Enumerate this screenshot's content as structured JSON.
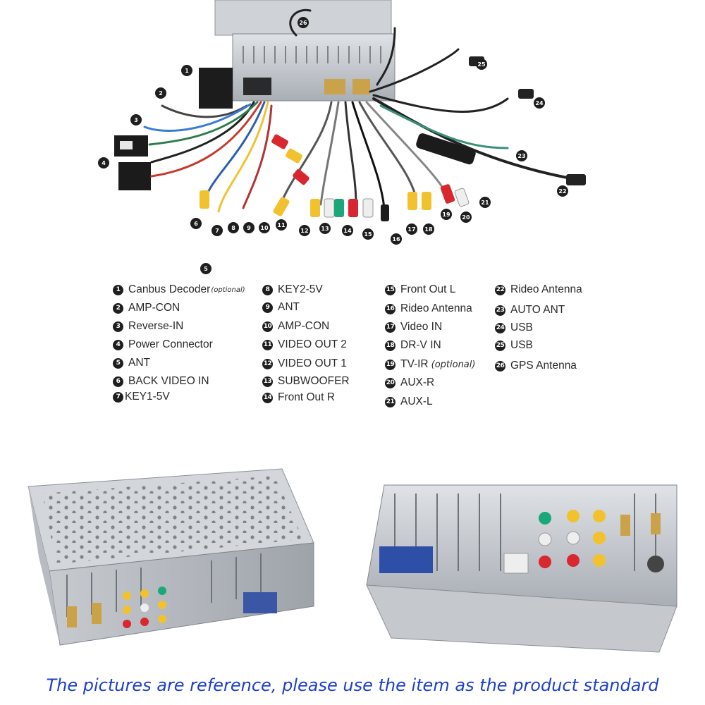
{
  "legend": {
    "col1": [
      {
        "num": "1",
        "label": "Canbus Decoder",
        "note": "(optional)"
      },
      {
        "num": "2",
        "label": "AMP-CON"
      },
      {
        "num": "3",
        "label": "Reverse-IN"
      },
      {
        "num": "4",
        "label": "Power Connector"
      },
      {
        "num": "5",
        "label": "ANT"
      },
      {
        "num": "6",
        "label": "BACK VIDEO IN"
      },
      {
        "num": "7",
        "label": "KEY1-5V"
      }
    ],
    "col2": [
      {
        "num": "8",
        "label": "KEY2-5V"
      },
      {
        "num": "9",
        "label": "ANT"
      },
      {
        "num": "10",
        "label": "AMP-CON"
      },
      {
        "num": "11",
        "label": "VIDEO OUT 2"
      },
      {
        "num": "12",
        "label": "VIDEO OUT 1"
      },
      {
        "num": "13",
        "label": "SUBWOOFER"
      },
      {
        "num": "14",
        "label": "Front Out R"
      }
    ],
    "col3": [
      {
        "num": "15",
        "label": "Front Out L"
      },
      {
        "num": "16",
        "label": "Rideo Antenna"
      },
      {
        "num": "17",
        "label": "Video IN"
      },
      {
        "num": "18",
        "label": "DR-V IN"
      },
      {
        "num": "19",
        "label": "TV-IR",
        "note": "(optional)"
      },
      {
        "num": "20",
        "label": "AUX-R"
      },
      {
        "num": "21",
        "label": "AUX-L"
      }
    ],
    "col4": [
      {
        "num": "22",
        "label": "Rideo Antenna"
      },
      {
        "num": "23",
        "label": "AUTO ANT"
      },
      {
        "num": "24",
        "label": "USB"
      },
      {
        "num": "25",
        "label": "USB"
      },
      {
        "num": "26",
        "label": "GPS Antenna"
      }
    ]
  },
  "callouts": [
    "1",
    "2",
    "3",
    "4",
    "5",
    "6",
    "7",
    "8",
    "9",
    "10",
    "11",
    "12",
    "13",
    "14",
    "15",
    "16",
    "17",
    "18",
    "19",
    "20",
    "21",
    "22",
    "23",
    "24",
    "25",
    "26"
  ],
  "footer": {
    "text": "The pictures are reference, please use the item as the product standard"
  },
  "colors": {
    "footer_text": "#1d3fcf",
    "badge": "#1e1e1e",
    "rca_yellow": "#f2c12e",
    "rca_red": "#d8272e",
    "rca_white": "#eeeeee",
    "rca_green": "#1aa77a"
  }
}
